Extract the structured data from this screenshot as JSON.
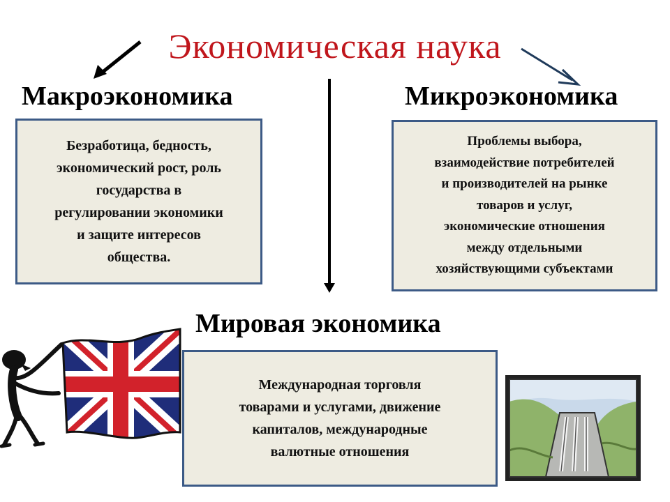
{
  "title": "Экономическая наука",
  "colors": {
    "title": "#c0161c",
    "box_fill": "#eeece1",
    "box_border": "#3c5a86",
    "right_arrow": "#1f3a5a",
    "flag_blue": "#1f2d7a",
    "flag_red": "#d2222b"
  },
  "branches": {
    "macro": {
      "heading": "Макроэкономика",
      "lines": [
        "Безработица, бедность,",
        "экономический рост, роль",
        "государства в",
        "регулировании экономики",
        "и защите интересов",
        "общества."
      ]
    },
    "micro": {
      "heading": "Микроэкономика",
      "lines": [
        "Проблемы выбора,",
        "взаимодействие потребителей",
        "и производителей на рынке",
        "товаров и услуг,",
        "экономические отношения",
        "между отдельными",
        "хозяйствующими субъектами"
      ]
    },
    "world": {
      "heading": "Мировая  экономика",
      "lines": [
        "Международная торговля",
        "товарами и услугами, движение",
        "капиталов, международные",
        "валютные отношения"
      ]
    }
  },
  "icons": {
    "left_figure": "stick-figure-icon",
    "flag": "british-flag-icon",
    "picture": "dam-picture-icon"
  }
}
